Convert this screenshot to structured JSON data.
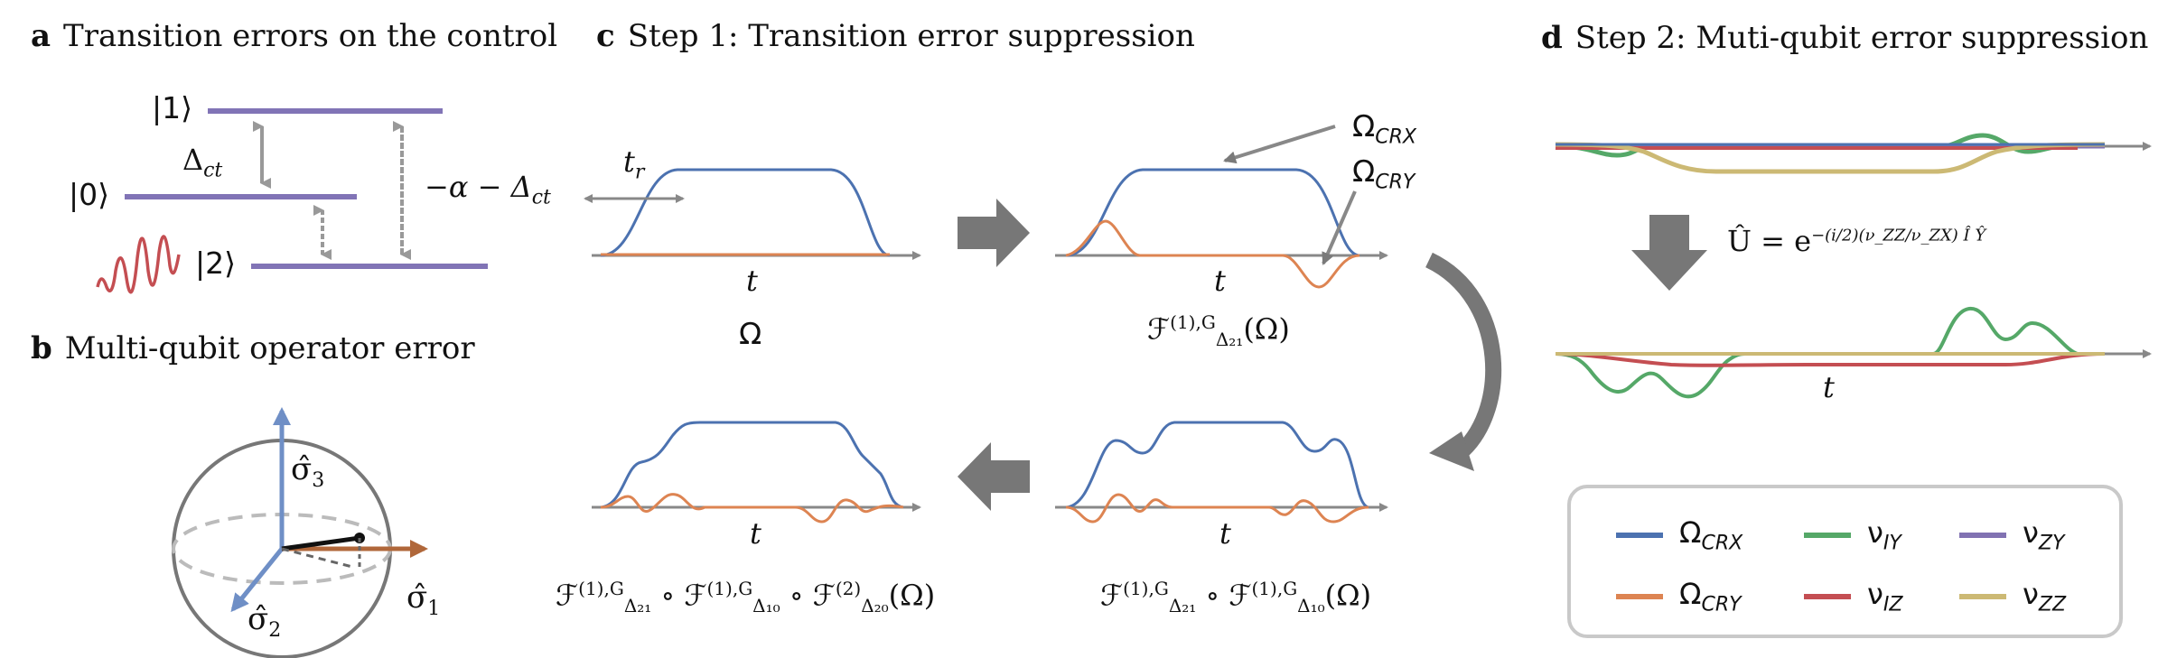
{
  "panels": {
    "a": {
      "letter": "a",
      "title": "Transition errors on the control"
    },
    "b": {
      "letter": "b",
      "title": "Multi-qubit operator error"
    },
    "c": {
      "letter": "c",
      "title": "Step 1: Transition error suppression"
    },
    "d": {
      "letter": "d",
      "title": "Step 2: Muti-qubit error suppression"
    }
  },
  "level_diagram": {
    "state1": "|1⟩",
    "state0": "|0⟩",
    "state2": "|2⟩",
    "delta_ct": "Δ",
    "delta_ct_sub": "ct",
    "alpha_label": "−α − Δ",
    "alpha_sub": "ct"
  },
  "bloch": {
    "sigma3": "σ̂",
    "sigma3_sub": "3",
    "sigma2": "σ̂",
    "sigma2_sub": "2",
    "sigma1": "σ̂",
    "sigma1_sub": "1"
  },
  "step1": {
    "tr_label": "t",
    "tr_sub": "r",
    "t_axis_label": "t",
    "omega_label": "Ω",
    "omega_crx_label": "Ω",
    "omega_crx_sub": "CRX",
    "omega_cry_label": "Ω",
    "omega_cry_sub": "CRY",
    "f1": "ℱ",
    "f1_sup": "(1),G",
    "f1_sub": "Δ₂₁",
    "f1_arg": "(Ω)",
    "f2_left": "ℱ",
    "f2_left_sup": "(1),G",
    "f2_left_sub": "Δ₂₁",
    "compose": "∘",
    "f2_right": "ℱ",
    "f2_right_sup": "(1),G",
    "f2_right_sub": "Δ₁₀",
    "f2_arg": "(Ω)",
    "f3_a": "ℱ",
    "f3_a_sup": "(1),G",
    "f3_a_sub": "Δ₂₁",
    "f3_b": "ℱ",
    "f3_b_sup": "(1),G",
    "f3_b_sub": "Δ₁₀",
    "f3_c": "ℱ",
    "f3_c_sup": "(2)",
    "f3_c_sub": "Δ₂₀",
    "f3_arg": "(Ω)"
  },
  "step2": {
    "unitary_lhs": "Û = e",
    "exponent": "−(i/2)(ν_ZZ/ν_ZX) Î Ŷ",
    "t_axis_label": "t"
  },
  "legend": [
    {
      "name": "Ω",
      "sub": "CRX",
      "color": "#4c72b0"
    },
    {
      "name": "ν",
      "sub": "IY",
      "color": "#55a868"
    },
    {
      "name": "ν",
      "sub": "ZY",
      "color": "#8172b2"
    },
    {
      "name": "Ω",
      "sub": "CRY",
      "color": "#dd8452"
    },
    {
      "name": "ν",
      "sub": "IZ",
      "color": "#c44e52"
    },
    {
      "name": "ν",
      "sub": "ZZ",
      "color": "#ccb974"
    }
  ],
  "colors": {
    "blue": "#4c72b0",
    "orange": "#dd8452",
    "green": "#55a868",
    "red": "#c44e52",
    "purple": "#8172b2",
    "olive": "#ccb974",
    "level": "#8174b6",
    "arrow_gray": "#6e6e6e",
    "axis_gray": "#888888"
  }
}
